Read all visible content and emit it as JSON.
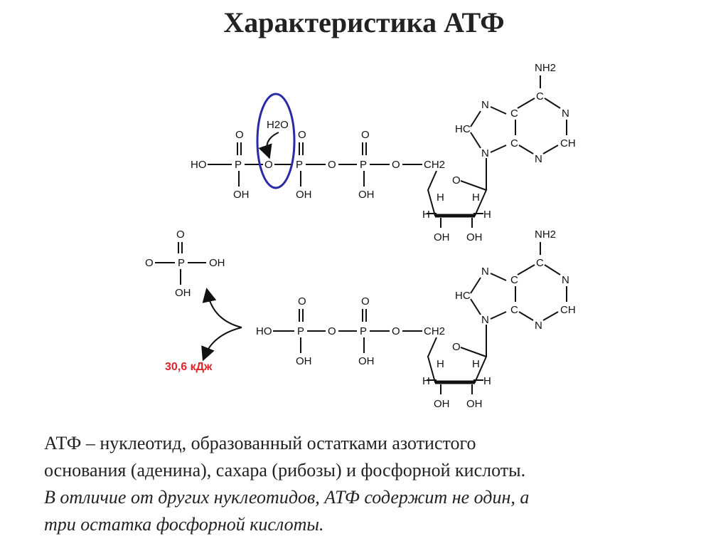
{
  "title": "Характеристика АТФ",
  "atp_molecule": {
    "phosphate_labels": [
      "HO",
      "P",
      "O",
      "P",
      "O",
      "P",
      "O",
      "CH2",
      "O",
      "OH",
      "OH",
      "OH",
      "O",
      "O"
    ],
    "water_label": "H2O",
    "adenine_labels": [
      "NH2",
      "C",
      "N",
      "CH",
      "N",
      "C",
      "C",
      "N",
      "HC",
      "N"
    ],
    "ribose_labels": [
      "H",
      "H",
      "H",
      "H",
      "OH",
      "OH",
      "O"
    ]
  },
  "phosphoric_acid": {
    "labels": [
      "O",
      "O",
      "P",
      "OH",
      "OH"
    ]
  },
  "adp_molecule": {
    "phosphate_labels": [
      "HO",
      "P",
      "O",
      "P",
      "O",
      "CH2",
      "O",
      "OH",
      "OH",
      "O"
    ],
    "adenine_labels": [
      "NH2",
      "C",
      "N",
      "CH",
      "N",
      "C",
      "C",
      "N",
      "HC",
      "N"
    ],
    "ribose_labels": [
      "H",
      "H",
      "H",
      "H",
      "OH",
      "OH",
      "O"
    ]
  },
  "energy_label": "30,6 кДж",
  "colors": {
    "highlight_ellipse": "#2a2aa8",
    "energy_text": "#e0222a",
    "bonds": "#111111"
  },
  "caption": {
    "line1": "АТФ – нуклеотид, образованный остатками азотистого",
    "line2": "основания (аденина), сахара (рибозы) и фосфорной кислоты.",
    "line3": "В отличие от других нуклеотидов, АТФ содержит не один, а",
    "line4": "три остатка фосфорной кислоты."
  }
}
